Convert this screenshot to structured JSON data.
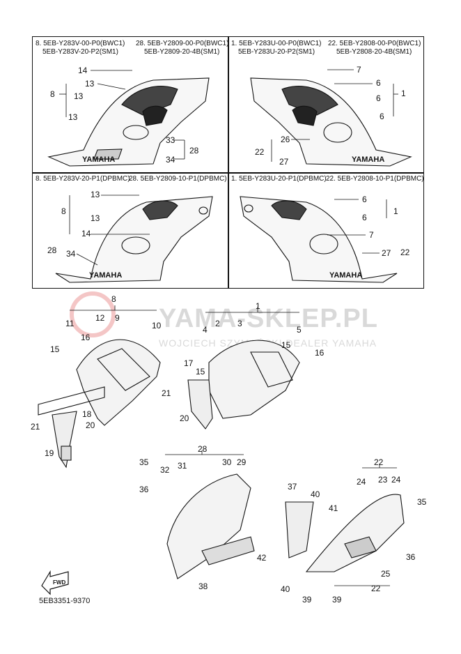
{
  "watermark": {
    "brand": "YAMA-SKLEP.PL",
    "tagline": "WOJCIECH SZYMAŃSKI DEALER YAMAHA"
  },
  "panels": [
    {
      "id": "p1",
      "lines": [
        "8. 5EB-Y283V-00-P0(BWC1)",
        "5EB-Y283V-20-P2(SM1)"
      ],
      "lines2": [
        "28. 5EB-Y2809-00-P0(BWC1)",
        "5EB-Y2809-20-4B(SM1)"
      ]
    },
    {
      "id": "p2",
      "lines": [
        "1. 5EB-Y283U-00-P0(BWC1)",
        "5EB-Y283U-20-P2(SM1)"
      ],
      "lines2": [
        "22. 5EB-Y2808-00-P0(BWC1)",
        "5EB-Y2808-20-4B(SM1)"
      ]
    },
    {
      "id": "p3",
      "lines": [
        "8. 5EB-Y283V-20-P1(DPBMC)"
      ],
      "lines2": [
        "28. 5EB-Y2809-10-P1(DPBMC)"
      ]
    },
    {
      "id": "p4",
      "lines": [
        "1. 5EB-Y283U-20-P1(DPBMC)"
      ],
      "lines2": [
        "22. 5EB-Y2808-10-P1(DPBMC)"
      ]
    }
  ],
  "brand_text": "YAMAHA",
  "fwd_label": "FWD",
  "diagram_code": "5EB3351-9370",
  "callouts": {
    "p1": [
      "14",
      "13",
      "8",
      "13",
      "13",
      "33",
      "28",
      "34"
    ],
    "p2": [
      "7",
      "6",
      "1",
      "6",
      "6",
      "26",
      "22",
      "27"
    ],
    "p3": [
      "13",
      "8",
      "13",
      "14",
      "28",
      "34"
    ],
    "p4": [
      "6",
      "1",
      "6",
      "7",
      "27",
      "22"
    ],
    "lower": [
      "8",
      "1",
      "11",
      "12",
      "9",
      "10",
      "4",
      "2",
      "3",
      "5",
      "16",
      "15",
      "15",
      "16",
      "17",
      "15",
      "21",
      "20",
      "18",
      "21",
      "20",
      "19",
      "28",
      "35",
      "32",
      "31",
      "30",
      "29",
      "36",
      "37",
      "40",
      "41",
      "42",
      "38",
      "22",
      "24",
      "23",
      "24",
      "35",
      "36",
      "25",
      "40",
      "39",
      "39",
      "22"
    ]
  }
}
